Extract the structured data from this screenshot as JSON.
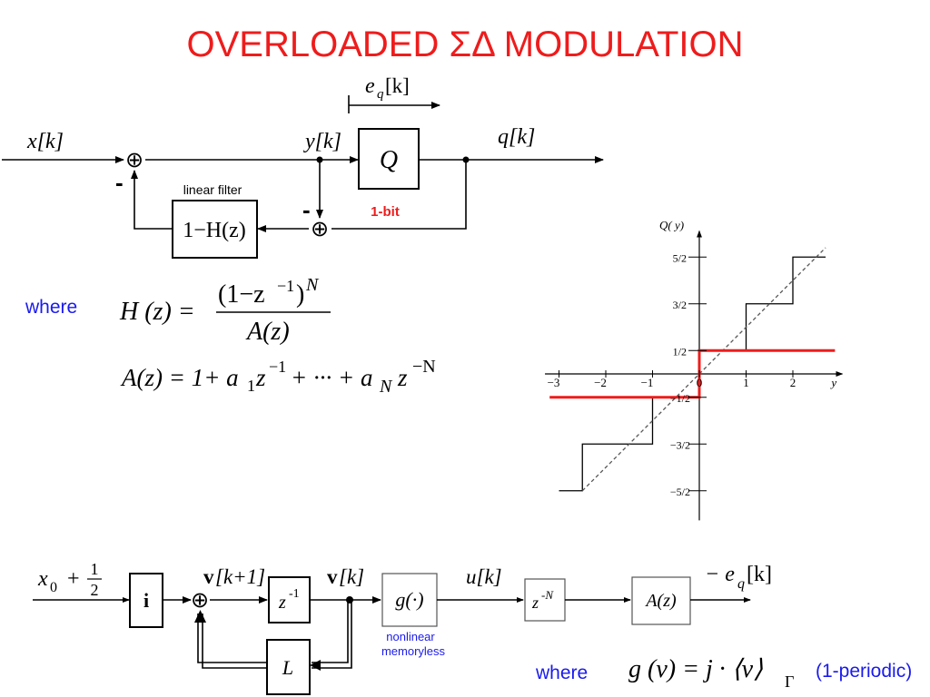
{
  "slide": {
    "title": "OVERLOADED ΣΔ MODULATION"
  },
  "top_diagram": {
    "eq_label_e": "e",
    "eq_label_q": "q",
    "eq_label_k": "[k]",
    "x_label": "x[k]",
    "y_label": "y[k]",
    "q_label": "q[k]",
    "quantizer": "Q",
    "quantizer_note": "1-bit",
    "filter_note": "linear filter",
    "filter_box": "1−H(z)",
    "minus_1": "-",
    "minus_2": "-",
    "sum_symbol": "⊕"
  },
  "equations": {
    "where": "where",
    "h_lhs": "H (z) =",
    "h_num": "(1−z",
    "h_num_exp": "−1",
    "h_num_close": ")",
    "h_num_N": "N",
    "h_den": "A(z)",
    "a_lhs": "A(z) = 1+ a",
    "a_sub1": "1",
    "a_z": "z",
    "a_exp1": "−1",
    "a_mid": " + ··· + a",
    "a_subN": "N",
    "a_zN": "z",
    "a_expN": "−N"
  },
  "chart_data": {
    "type": "line",
    "title": "",
    "ylabel": "Q( y)",
    "xlabel": "y",
    "x_ticks": [
      "−3",
      "−2",
      "−1",
      "0",
      "1",
      "2"
    ],
    "y_ticks_pos": [
      "5/2",
      "3/2",
      "1/2"
    ],
    "y_ticks_neg": [
      "−1/2",
      "−3/2",
      "−5/2"
    ],
    "xlim": [
      -3.3,
      2.9
    ],
    "ylim": [
      -2.9,
      2.9
    ],
    "series": [
      {
        "kind": "multi-bit staircase",
        "color": "#000000",
        "x": [
          -3,
          -2.5,
          -2.5,
          -1,
          -1,
          0,
          0,
          1,
          1,
          2,
          2,
          2.7
        ],
        "y": [
          -2.5,
          -2.5,
          -1.5,
          -1.5,
          -0.5,
          -0.5,
          0.5,
          0.5,
          1.5,
          1.5,
          2.5,
          2.5
        ]
      },
      {
        "kind": "identity (dashed)",
        "color": "#555555",
        "x": [
          -2.5,
          2.7
        ],
        "y": [
          -2.5,
          2.7
        ]
      },
      {
        "kind": "1-bit quantizer",
        "color": "#ee1c1c",
        "x": [
          -3.2,
          0,
          0,
          2.9
        ],
        "y": [
          -0.5,
          -0.5,
          0.5,
          0.5
        ]
      }
    ]
  },
  "bottom_diagram": {
    "x0_label": "x",
    "x0_sub": "0",
    "x0_plus": "+",
    "half_num": "1",
    "half_den": "2",
    "i_box": "i",
    "v_next_bold": "v",
    "v_next_idx": "[k+1]",
    "z_inv": "z",
    "z_inv_exp": "-1",
    "v_k_bold": "v",
    "v_k_idx": "[k]",
    "g_box": "g(·)",
    "u_label": "u[k]",
    "z_N": "z",
    "z_N_exp": "-N",
    "A_box": "A(z)",
    "eq_out": "− e",
    "eq_out_sub": "q",
    "eq_out_idx": "[k]",
    "L_box": "L",
    "nonlinear_1": "nonlinear",
    "nonlinear_2": "memoryless",
    "where": "where",
    "g_def": "g (v) = j · ⟨v⟩",
    "g_def_sub": "Γ",
    "periodic": "(1-periodic)"
  }
}
